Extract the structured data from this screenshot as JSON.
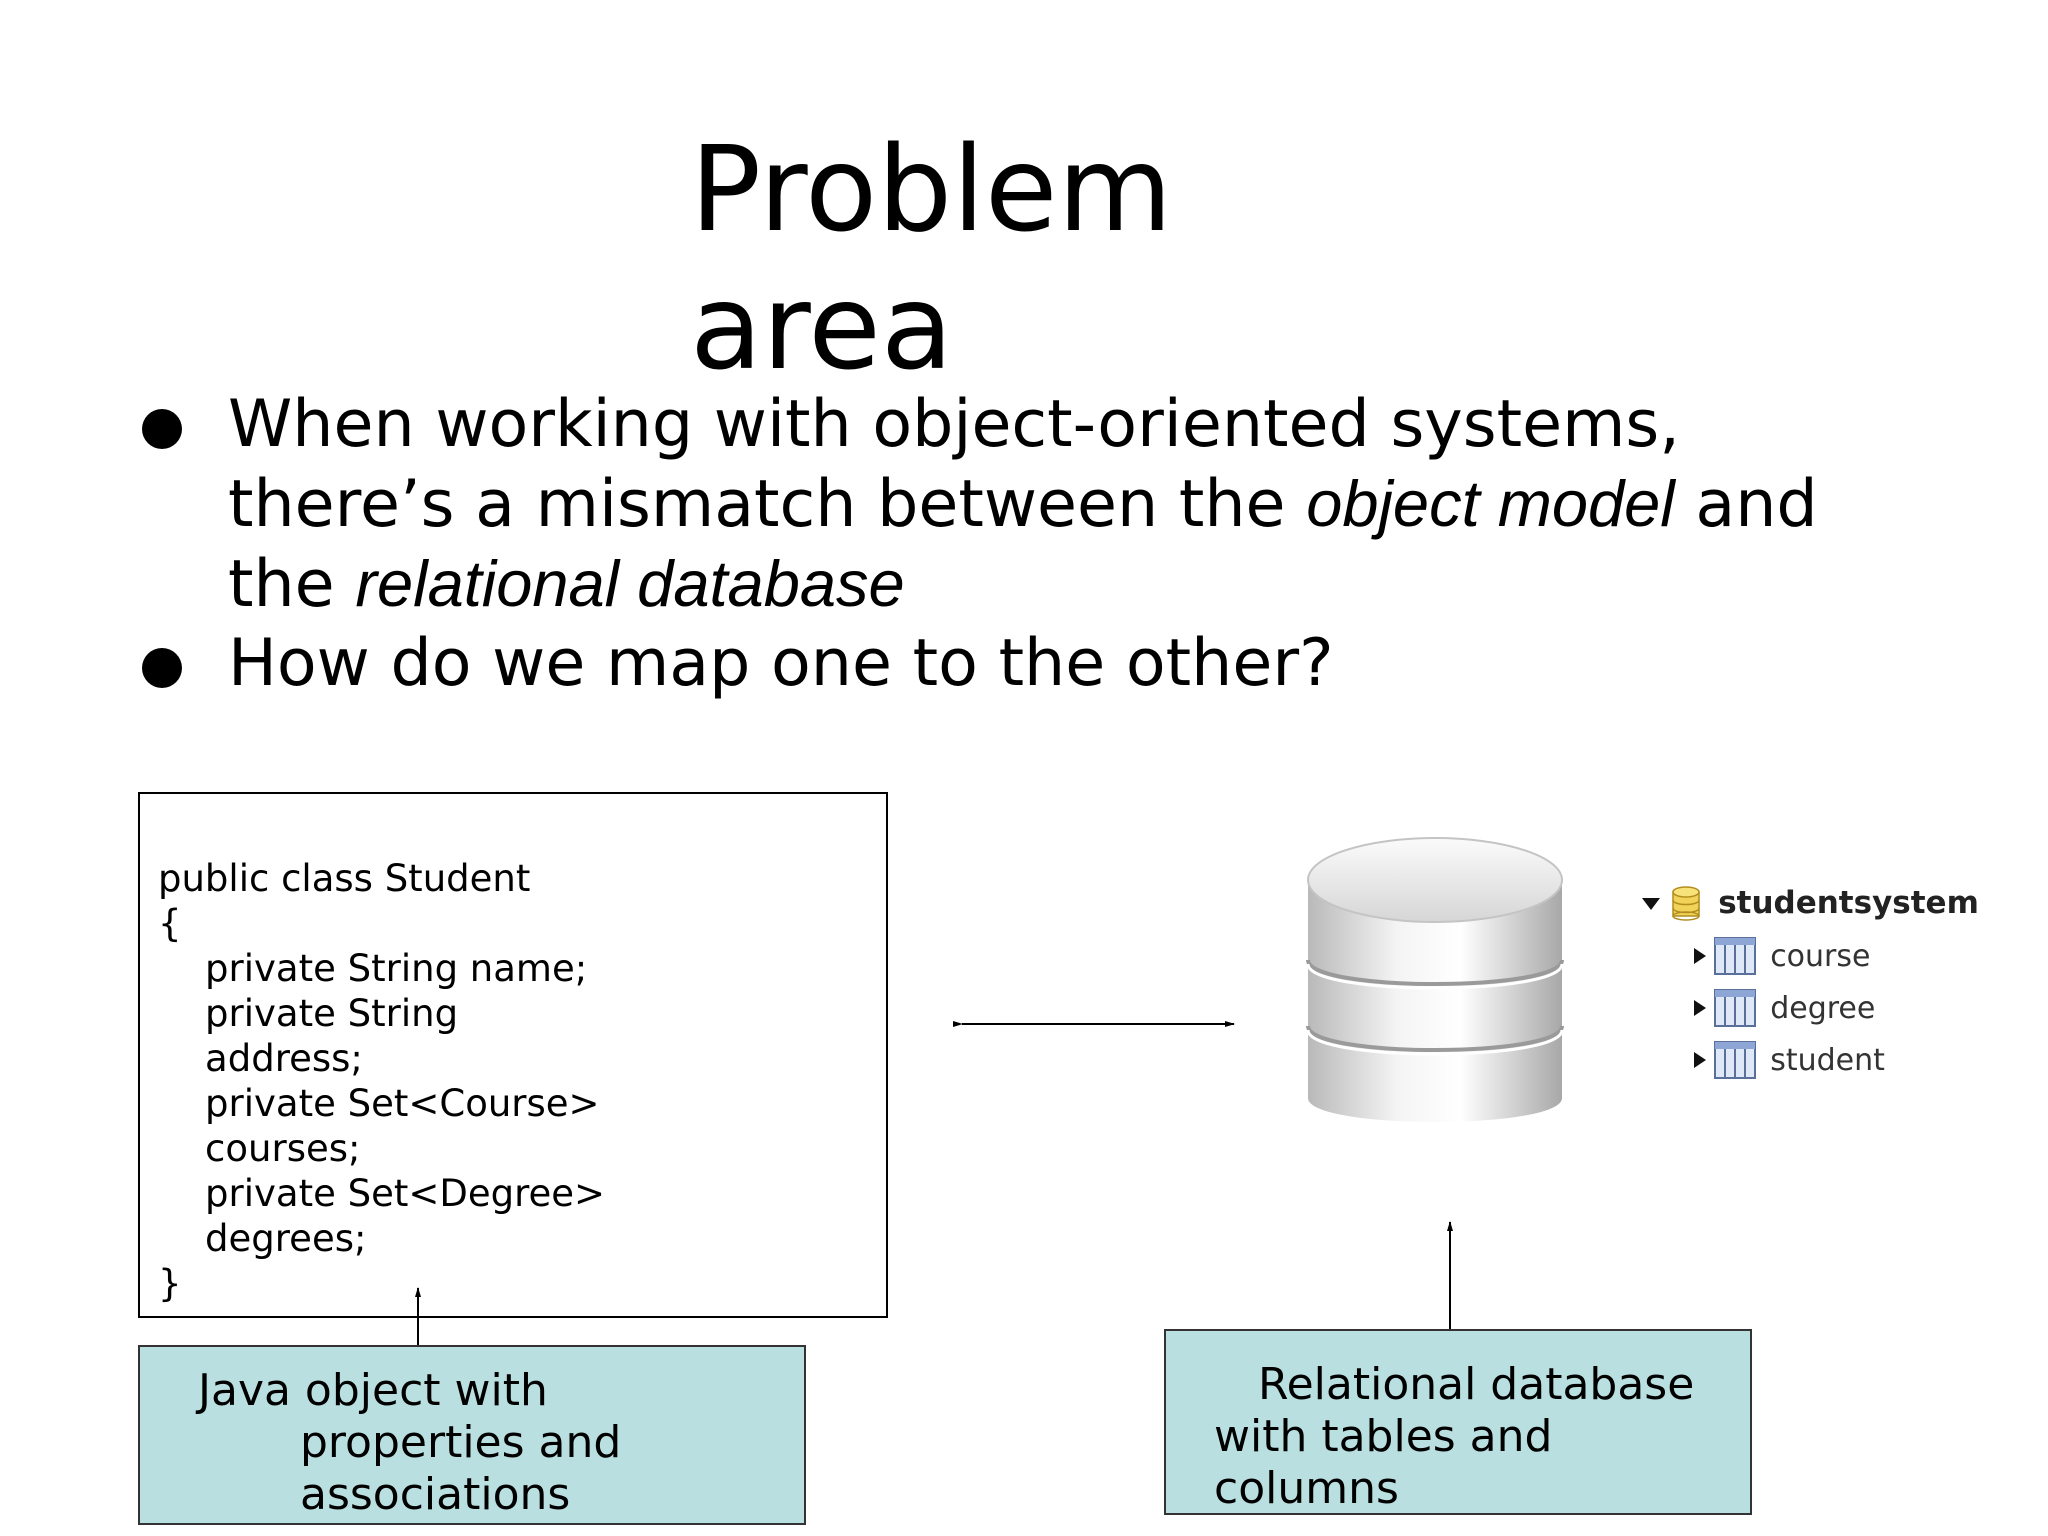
{
  "slide": {
    "title": "Problem area",
    "bullets": [
      {
        "segments": [
          {
            "text": "When working with object-oriented systems, there’s a  mismatch between the ",
            "italic": false
          },
          {
            "text": "object model",
            "italic": true
          },
          {
            "text": " and the ",
            "italic": false
          },
          {
            "text": "relational  database",
            "italic": true
          }
        ]
      },
      {
        "segments": [
          {
            "text": "How do we map one to the other?",
            "italic": false
          }
        ]
      }
    ]
  },
  "code": {
    "lines": [
      "public class Student",
      "{",
      "    private String name;",
      "    private String",
      "    address;",
      "    private Set<Course>",
      "    courses;",
      "    private Set<Degree>",
      "    degrees;",
      "}"
    ]
  },
  "captions": {
    "java": {
      "line1": "Java object with",
      "line2": "properties  and",
      "line3": "associations"
    },
    "database": {
      "line1": "Relational database",
      "line2": "with tables and",
      "line3": "columns"
    }
  },
  "db_tree": {
    "root": "studentsystem",
    "tables": [
      "course",
      "degree",
      "student"
    ]
  },
  "colors": {
    "caption_fill": "#b9dfe1",
    "text": "#000000"
  }
}
